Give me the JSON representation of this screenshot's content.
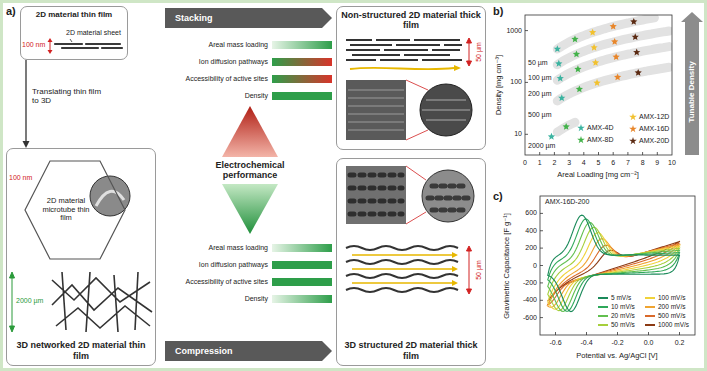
{
  "diagram": {
    "nodes": [
      {
        "text": [
          "2D material thin film"
        ]
      },
      {
        "text": [
          "Stacking"
        ]
      },
      {
        "text": [
          "Non-structured 2D material thick film"
        ]
      },
      {
        "text": [
          "3D networked 2D material thin film"
        ]
      },
      {
        "text": [
          "2D material microtube thin film"
        ],
        "in": 3
      },
      {
        "text": [
          "Compression"
        ]
      },
      {
        "text": [
          "3D structured 2D material thick film"
        ]
      },
      {
        "text": [
          "Tunable Density"
        ]
      }
    ],
    "edges": [
      {
        "from": 0,
        "to": 3,
        "label": "Translating thin film to 3D",
        "arrow": "to"
      }
    ],
    "labels": [
      "a)",
      "100 nm",
      "2D material sheet",
      "Areal mass loading",
      "Ion diffusion pathways",
      "Accessibility of active sites",
      "Density",
      "Electrochemical performance",
      "50 µm",
      "100 nm",
      "2000 µm",
      "Areal mass loading",
      "Ion diffusion pathways",
      "Accessibility of active sites",
      "Density",
      "50 µm",
      "b)",
      "Density [mg cm⁻³]",
      "10",
      "100",
      "1000",
      "Areal Loading [mg cm⁻²]",
      "0",
      "1",
      "2",
      "3",
      "4",
      "5",
      "6",
      "7",
      "8",
      "9",
      "10",
      "50 µm",
      "100 µm",
      "200 µm",
      "500 µm",
      "2000 µm",
      "c)",
      "AMX-16D-200",
      "Gravimetric Capacitance [F g⁻¹]",
      "-600",
      "-400",
      "-200",
      "0",
      "200",
      "400",
      "600",
      "Potential vs. Ag/AgCl [V]",
      "-0.6",
      "-0.4",
      "-0.2",
      "0.0",
      "0.2"
    ],
    "legend": [
      {
        "text": "AMX-4D",
        "color": "#3bb3a0"
      },
      {
        "text": "AMX-8D",
        "color": "#43b24a"
      },
      {
        "text": "AMX-12D",
        "color": "#f2c12e"
      },
      {
        "text": "AMX-16D",
        "color": "#e8862a"
      },
      {
        "text": "AMX-20D",
        "color": "#5b2a12"
      },
      {
        "text": "5 mV/s"
      },
      {
        "text": "10 mV/s"
      },
      {
        "text": "20 mV/s"
      },
      {
        "text": "50 mV/s"
      },
      {
        "text": "100 mV/s"
      },
      {
        "text": "200 mV/s"
      },
      {
        "text": "500 mV/s"
      },
      {
        "text": "1000 mV/s"
      }
    ]
  }
}
